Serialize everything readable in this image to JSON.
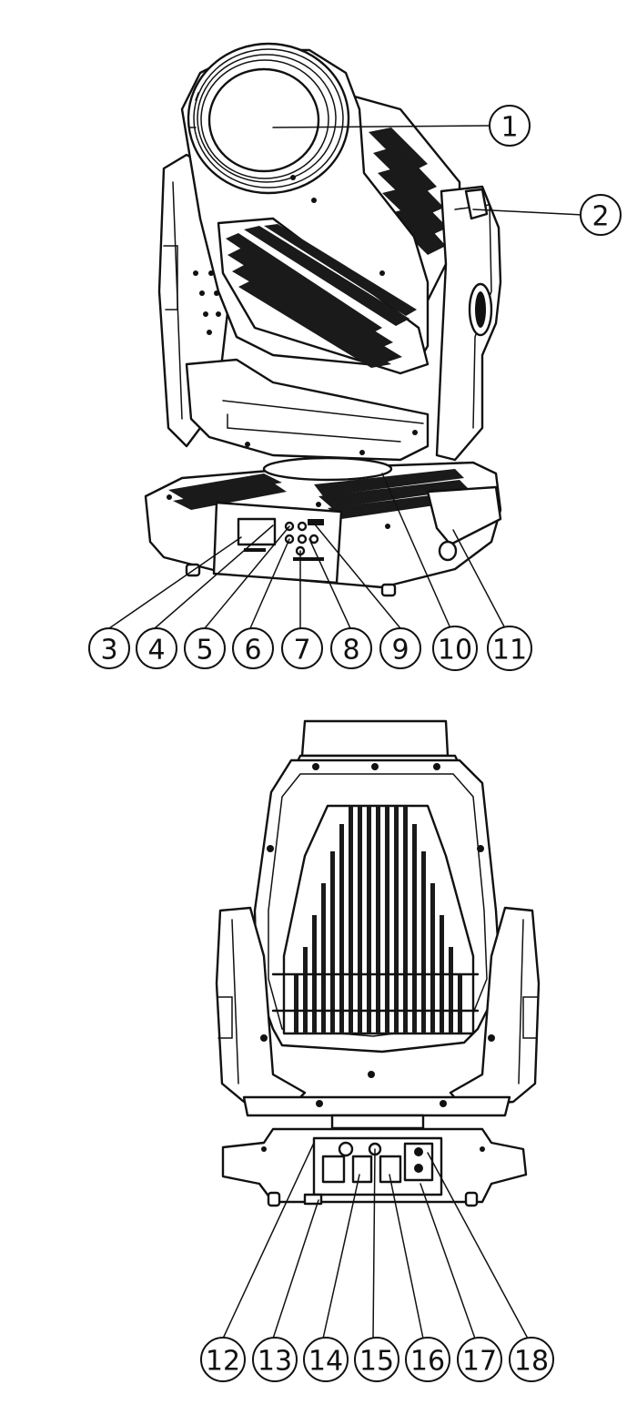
{
  "figure": {
    "callouts_top": [
      "1",
      "2",
      "3",
      "4",
      "5",
      "6",
      "7",
      "8",
      "9",
      "10",
      "11"
    ],
    "callouts_bottom": [
      "12",
      "13",
      "14",
      "15",
      "16",
      "17",
      "18"
    ]
  }
}
